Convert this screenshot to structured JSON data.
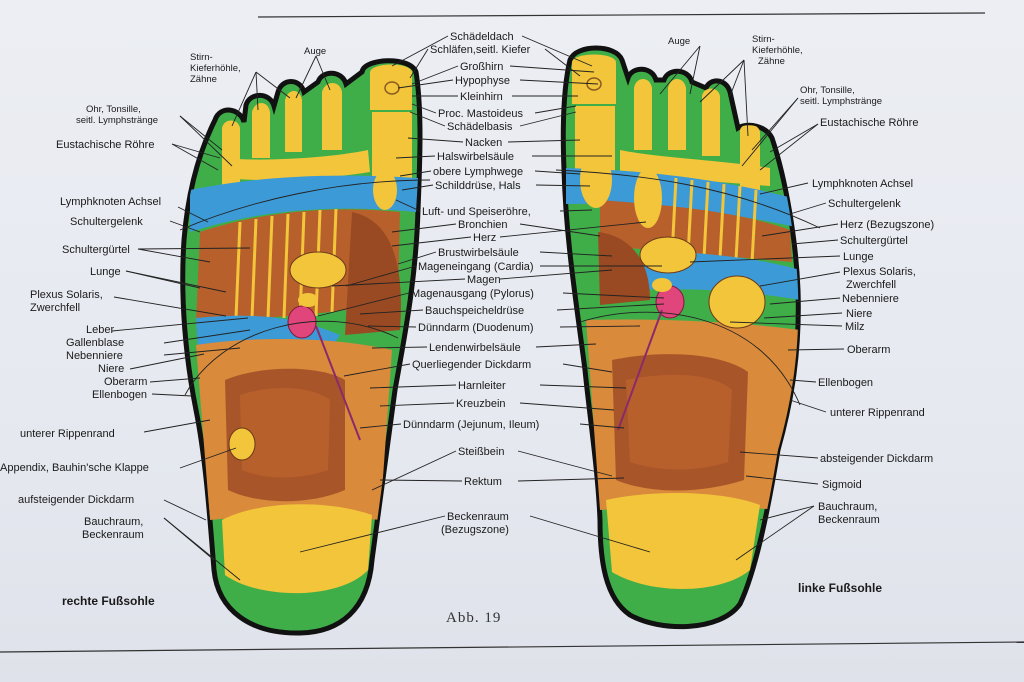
{
  "figure_caption": "Abb. 19",
  "right_foot_caption": "rechte Fußsohle",
  "left_foot_caption": "linke Fußsohle",
  "center_labels": [
    "Schädeldach",
    "Schläfen,seitl. Kiefer",
    "Großhirn",
    "Hypophyse",
    "Kleinhirn",
    "Proc. Mastoideus",
    "Schädelbasis",
    "Nacken",
    "Halswirbelsäule",
    "obere Lymphwege",
    "Schilddrüse, Hals",
    "Luft- und Speiseröhre,",
    "Bronchien",
    "Herz",
    "Brustwirbelsäule",
    "Mageneingang (Cardia)",
    "Magen",
    "Magenausgang (Pylorus)",
    "Bauchspeicheldrüse",
    "Dünndarm (Duodenum)",
    "Lendenwirbelsäule",
    "Querliegender Dickdarm",
    "Harnleiter",
    "Kreuzbein",
    "Dünndarm (Jejunum, Ileum)",
    "Steißbein",
    "Rektum",
    "Beckenraum",
    "(Bezugszone)"
  ],
  "left_labels": [
    "Stirn-",
    "Kieferhöhle,",
    "Zähne",
    "Auge",
    "Ohr, Tonsille,",
    "seitl. Lymphstränge",
    "Eustachische Röhre",
    "Lymphknoten Achsel",
    "Schultergelenk",
    "Schultergürtel",
    "Lunge",
    "Plexus Solaris,",
    "Zwerchfell",
    "Leber",
    "Gallenblase",
    "Nebenniere",
    "Niere",
    "Oberarm",
    "Ellenbogen",
    "unterer Rippenrand",
    "Appendix, Bauhin'sche Klappe",
    "aufsteigender Dickdarm",
    "Bauchraum,",
    "Beckenraum"
  ],
  "right_labels": [
    "Auge",
    "Stirn-",
    "Kieferhöhle,",
    "Zähne",
    "Ohr, Tonsille,",
    "seitl. Lymphstränge",
    "Eustachische Röhre",
    "Lymphknoten Achsel",
    "Schultergelenk",
    "Herz (Bezugszone)",
    "Schultergürtel",
    "Lunge",
    "Plexus Solaris,",
    "Zwerchfell",
    "Nebenniere",
    "Niere",
    "Milz",
    "Oberarm",
    "Ellenbogen",
    "unterer Rippenrand",
    "absteigender Dickdarm",
    "Sigmoid",
    "Bauchraum,",
    "Beckenraum"
  ],
  "colors": {
    "paper": "#eceef3",
    "outline": "#111111",
    "green": "#3fae49",
    "yellow": "#f2c53a",
    "blue": "#3c9ad6",
    "brown": "#b8602c",
    "dark_brown": "#9a4a22",
    "orange": "#d98a3a",
    "pink": "#e0457b"
  }
}
